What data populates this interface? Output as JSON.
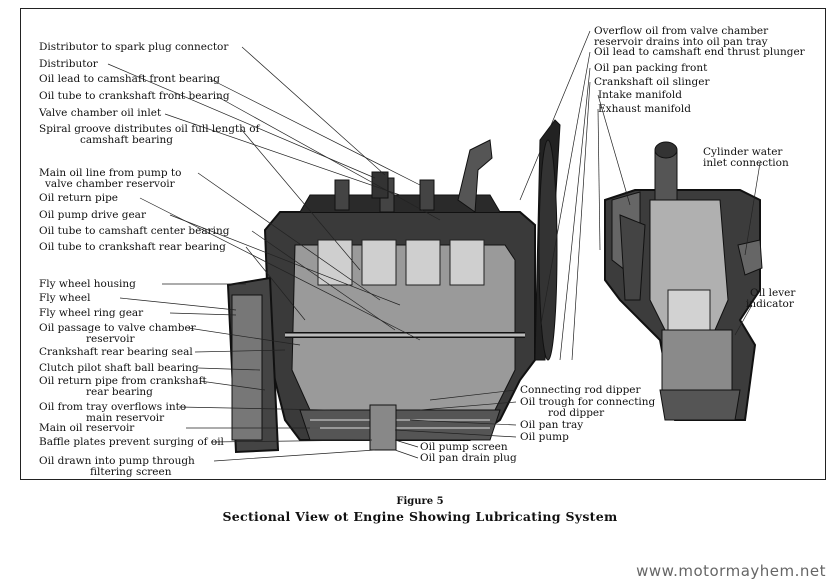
{
  "left_labels": [
    "Distributor to spark plug connector",
    "Distributor",
    "Oil lead to camshaft front bearing",
    "Oil tube to crankshaft front bearing",
    "Valve chamber oil inlet",
    "Spiral groove distributes oil full length of",
    "camshaft bearing",
    "Main oil line from pump to",
    "valve chamber reservoir",
    "Oil return pipe",
    "Oil pump drive gear",
    "Oil tube to camshaft center bearing",
    "Oil tube to crankshaft rear bearing",
    "Fly wheel housing",
    "Fly wheel",
    "Fly wheel ring gear",
    "Oil passage to valve chamber",
    "reservoir",
    "Crankshaft rear bearing seal",
    "Clutch pilot shaft ball bearing",
    "Oil return pipe from crankshaft",
    "rear bearing",
    "Oil from tray overflows into",
    "main reservoir",
    "Main oil reservoir",
    "Baffle plates prevent surging of oil",
    "Oil drawn into pump through",
    "filtering screen"
  ],
  "top_right_labels": [
    "Overflow oil from valve chamber",
    "reservoir drains into oil pan tray",
    "Oil lead to camshaft end thrust plunger",
    "Oil pan packing front",
    "Crankshaft oil slinger",
    "Intake manifold",
    "Exhaust manifold"
  ],
  "side_labels": [
    "Cylinder water",
    "inlet connection",
    "Oil lever",
    "indicator"
  ],
  "bottom_right_labels": [
    "Connecting rod dipper",
    "Oil trough for connecting",
    "rod dipper",
    "Oil pan tray",
    "Oil pump"
  ],
  "bottom_labels": [
    "Oil pump screen",
    "Oil pan drain plug"
  ],
  "figure_number": "Figure 5",
  "figure_title": "Sectional View ot Engine Showing Lubricating System",
  "watermark": "www.motormayhem.net"
}
